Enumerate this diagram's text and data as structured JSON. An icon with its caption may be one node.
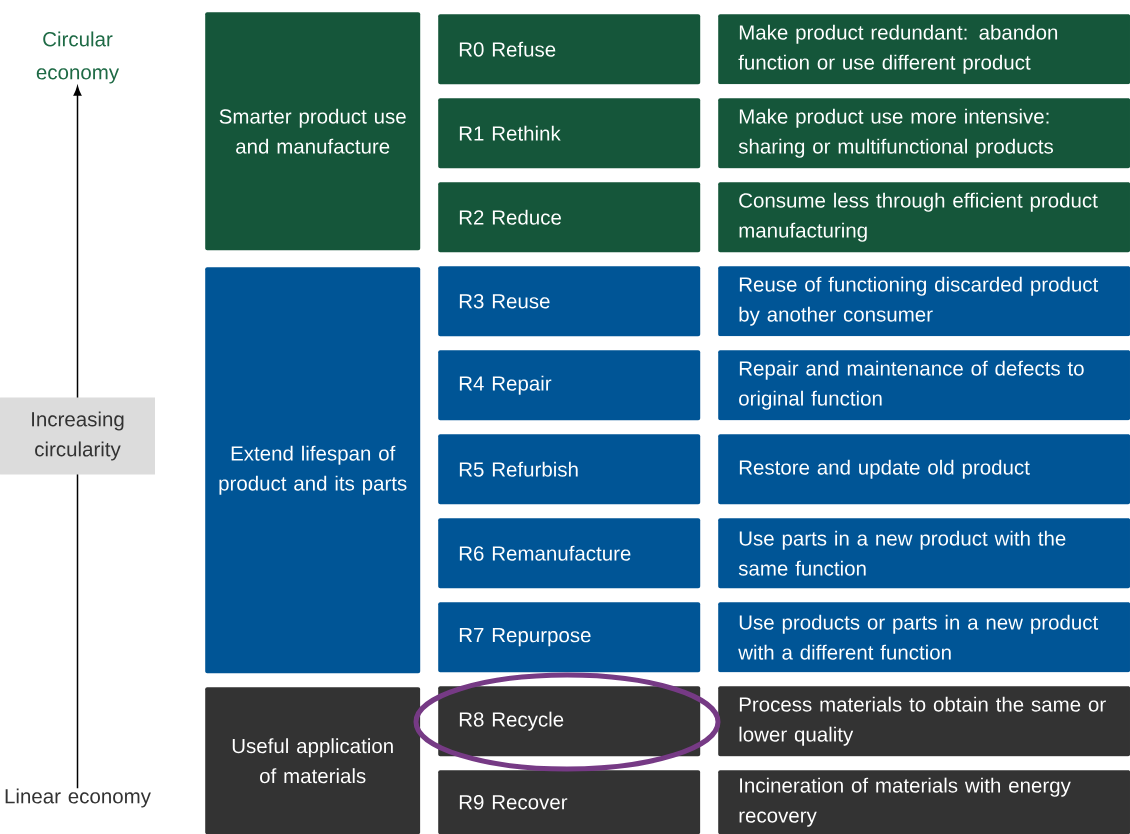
{
  "diagram": {
    "nodes": [
      {
        "text": [
          "Circular economy"
        ]
      },
      {
        "text": [
          "Smarter product use and manufacture"
        ]
      },
      {
        "text": [
          "R0 Refuse"
        ]
      },
      {
        "text": [
          "Make product redundant: abandon function or use different product"
        ]
      },
      {
        "text": [
          "R1 Rethink"
        ]
      },
      {
        "text": [
          "Make product use more intensive: sharing or multifunctional products"
        ]
      },
      {
        "text": [
          "R2 Reduce"
        ]
      },
      {
        "text": [
          "Consume less through efficient product manufacturing"
        ]
      },
      {
        "text": [
          "Extend lifespan of product and its parts"
        ]
      },
      {
        "text": [
          "R3 Reuse"
        ]
      },
      {
        "text": [
          "Reuse of functioning discarded product by another consumer"
        ]
      },
      {
        "text": [
          "R4 Repair"
        ]
      },
      {
        "text": [
          "Repair and maintenance of defects to original function"
        ]
      },
      {
        "text": [
          "R5 Refurbish"
        ]
      },
      {
        "text": [
          "Restore and update old product"
        ]
      },
      {
        "text": [
          "R6 Remanufacture"
        ]
      },
      {
        "text": [
          "Use parts in a new product with the same function"
        ]
      },
      {
        "text": [
          "R7 Repurpose"
        ]
      },
      {
        "text": [
          "Use products or parts in a new product with a different function"
        ]
      },
      {
        "text": [
          "Useful application of materials"
        ]
      },
      {
        "text": [
          "R8 Recycle"
        ]
      },
      {
        "text": [
          "Process materials to obtain the same or lower quality"
        ]
      },
      {
        "text": [
          "R9 Recover"
        ]
      },
      {
        "text": [
          "Incineration of materials with energy recovery"
        ]
      },
      {
        "text": [
          "Linear economy"
        ]
      }
    ],
    "edges": [
      {
        "from": 24,
        "to": 0,
        "arrow": "to",
        "label": "Increasing circularity"
      }
    ]
  }
}
